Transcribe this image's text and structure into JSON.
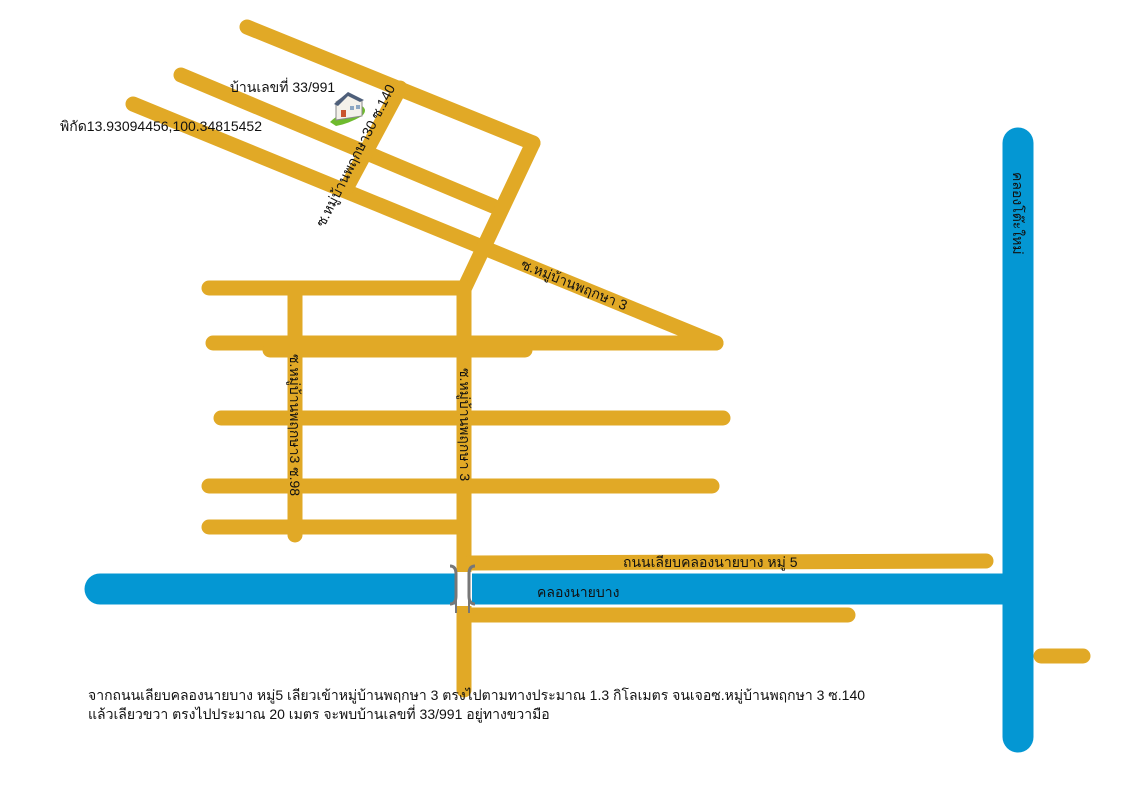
{
  "map": {
    "labels": {
      "house": "บ้านเลขที่ 33/991",
      "coordinates": "พิกัด13.93094456,100.34815452",
      "soi_140": "ซ.หมู่บ้านพฤกษา30 ซ.140",
      "soi_main_diag": "ซ.หมู่บ้านพฤกษา 3",
      "village_main_road": "ซ.หมู่บ้านพฤกษา 3",
      "soi_98": "ซ.หมู่บ้านพฤกษา3 ซ.98",
      "canal_road": "ถนนเลียบคลองนายบาง หมู่ 5",
      "canal_nai_bang": "คลองนายบาง",
      "canal_right": "คลองโต๊ะใหม่"
    },
    "directions": [
      "จากถนนเลียบคลองนายบาง หมู่5 เลียวเข้าหมู่บ้านพฤกษา 3 ตรงไปตามทางประมาณ 1.3 กิโลเมตร จนเจอซ.หมู่บ้านพฤกษา 3 ซ.140",
      "แล้วเลียวขวา ตรงไปประมาณ 20 เมตร จะพบบ้านเลขที่ 33/991 อยู่ทางขวามือ"
    ],
    "colors": {
      "road": "#E1A926",
      "canal": "#0497D3",
      "bridge": "#777777"
    },
    "icons": [
      "house-icon",
      "bridge-icon"
    ]
  }
}
